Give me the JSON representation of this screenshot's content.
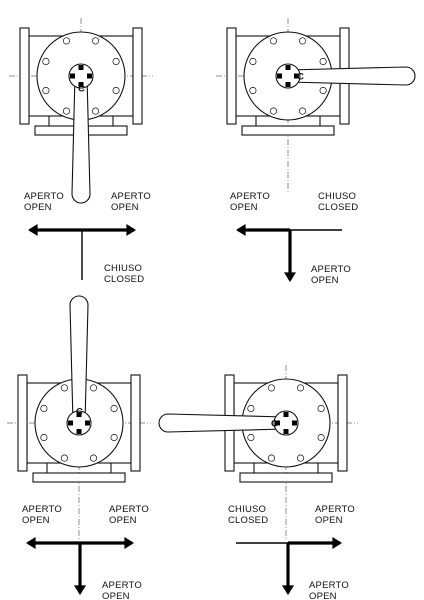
{
  "labels": {
    "open_it": "APERTO",
    "open_en": "OPEN",
    "closed_it": "CHIUSO",
    "closed_en": "CLOSED"
  },
  "handle_marker": "C",
  "panels": [
    {
      "id": "tl",
      "handle": "down",
      "flow": "left-right",
      "labels": {
        "left": "open",
        "right": "open",
        "bottom": "closed"
      }
    },
    {
      "id": "tr",
      "handle": "right",
      "flow": "left-down",
      "labels": {
        "left": "open",
        "right": "closed",
        "bottom": "open"
      }
    },
    {
      "id": "bl",
      "handle": "up",
      "flow": "all",
      "labels": {
        "left": "open",
        "right": "open",
        "bottom": "open"
      }
    },
    {
      "id": "br",
      "handle": "left",
      "flow": "right-down",
      "labels": {
        "left": "closed",
        "right": "open",
        "bottom": "open"
      }
    }
  ]
}
